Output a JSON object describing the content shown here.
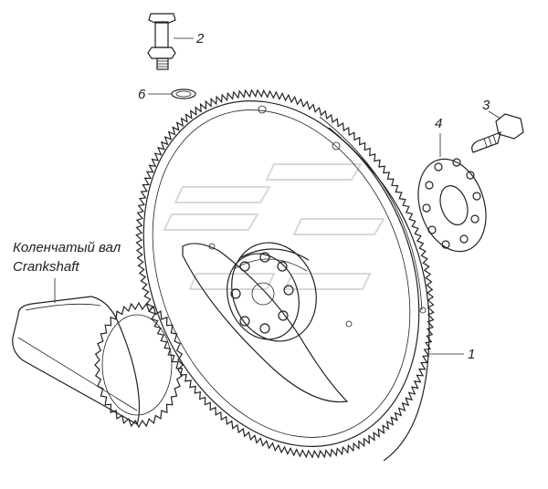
{
  "callouts": {
    "n1": "1",
    "n2": "2",
    "n3": "3",
    "n4": "4",
    "n6": "6"
  },
  "crankshaft_label": {
    "ru": "Коленчатый вал",
    "en": "Crankshaft"
  },
  "colors": {
    "line": "#222222",
    "background": "#ffffff",
    "watermark": "#d8d8d8"
  }
}
